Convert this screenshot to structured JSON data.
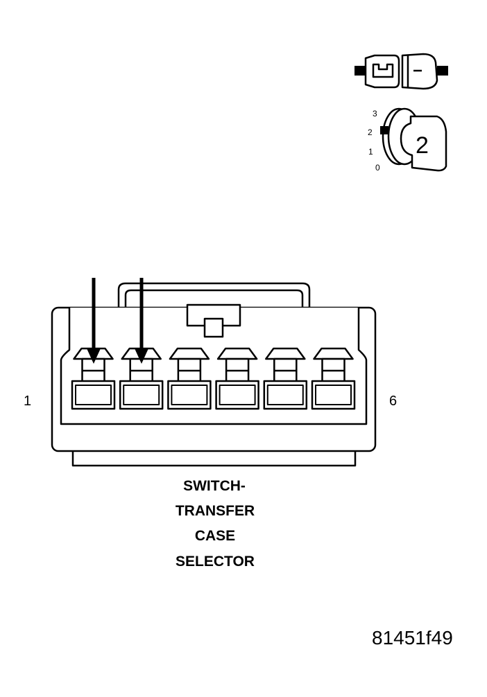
{
  "connector": {
    "pin_first": "1",
    "pin_last": "6",
    "cavity_count": 6,
    "title_lines": [
      "SWITCH-",
      "TRANSFER",
      "CASE",
      "SELECTOR"
    ]
  },
  "key_indicator": {
    "positions": [
      "3",
      "2",
      "1",
      "0"
    ],
    "key_value": "2"
  },
  "figure_id": "81451f49"
}
